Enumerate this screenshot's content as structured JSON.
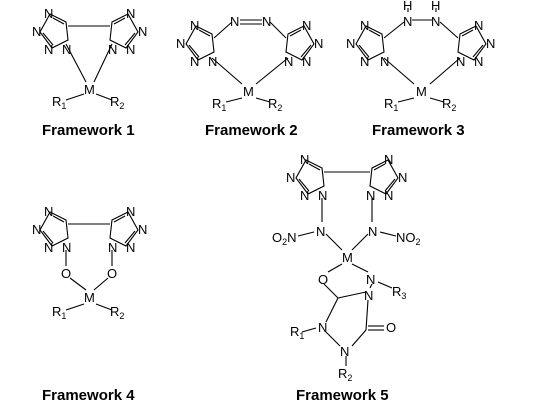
{
  "frameworks": [
    {
      "id": "f1",
      "label": "Framework 1",
      "atoms": {
        "metal": "M",
        "r1": "R",
        "r1_sub": "1",
        "r2": "R",
        "r2_sub": "2",
        "n": "N"
      }
    },
    {
      "id": "f2",
      "label": "Framework 2",
      "atoms": {
        "metal": "M",
        "r1": "R",
        "r1_sub": "1",
        "r2": "R",
        "r2_sub": "2",
        "n": "N"
      }
    },
    {
      "id": "f3",
      "label": "Framework 3",
      "atoms": {
        "metal": "M",
        "r1": "R",
        "r1_sub": "1",
        "r2": "R",
        "r2_sub": "2",
        "n": "N",
        "h": "H"
      }
    },
    {
      "id": "f4",
      "label": "Framework 4",
      "atoms": {
        "metal": "M",
        "r1": "R",
        "r1_sub": "1",
        "r2": "R",
        "r2_sub": "2",
        "n": "N",
        "o": "O"
      }
    },
    {
      "id": "f5",
      "label": "Framework 5",
      "atoms": {
        "metal": "M",
        "r1": "R",
        "r1_sub": "1",
        "r2": "R",
        "r2_sub": "2",
        "r3": "R",
        "r3_sub": "3",
        "n": "N",
        "o": "O",
        "no2": "NO",
        "no2_sub": "2",
        "o2n": "O",
        "o2n_sub": "2",
        "o2n_tail": "N"
      }
    }
  ]
}
